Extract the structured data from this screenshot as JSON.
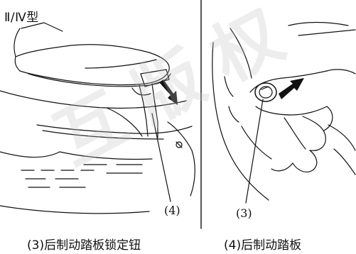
{
  "figure": {
    "model_label": "Ⅱ/Ⅳ型",
    "left_panel": {
      "callout": "(4)"
    },
    "right_panel": {
      "callout": "(3)"
    },
    "captions": [
      "(3)后制动踏板锁定钮",
      "(4)后制动踏板"
    ],
    "watermark": "互版权"
  },
  "colors": {
    "line": "#111111",
    "arrow": "#111111",
    "watermark": "#bebebe"
  }
}
